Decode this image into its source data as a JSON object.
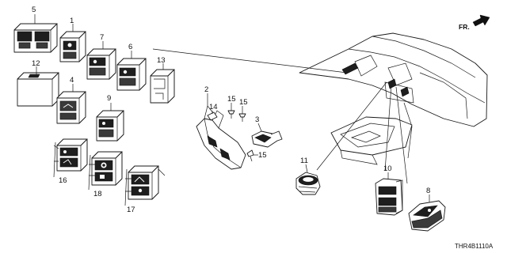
{
  "diagram": {
    "direction_label": "FR.",
    "diagram_code": "THR4B1110A",
    "callouts": {
      "c1": "1",
      "c2": "2",
      "c3": "3",
      "c4": "4",
      "c5": "5",
      "c6": "6",
      "c7": "7",
      "c8": "8",
      "c9": "9",
      "c10": "10",
      "c11": "11",
      "c12": "12",
      "c13": "13",
      "c14": "14",
      "c15a": "15",
      "c15b": "15",
      "c15c": "15",
      "c16": "16",
      "c17": "17",
      "c18": "18"
    }
  }
}
